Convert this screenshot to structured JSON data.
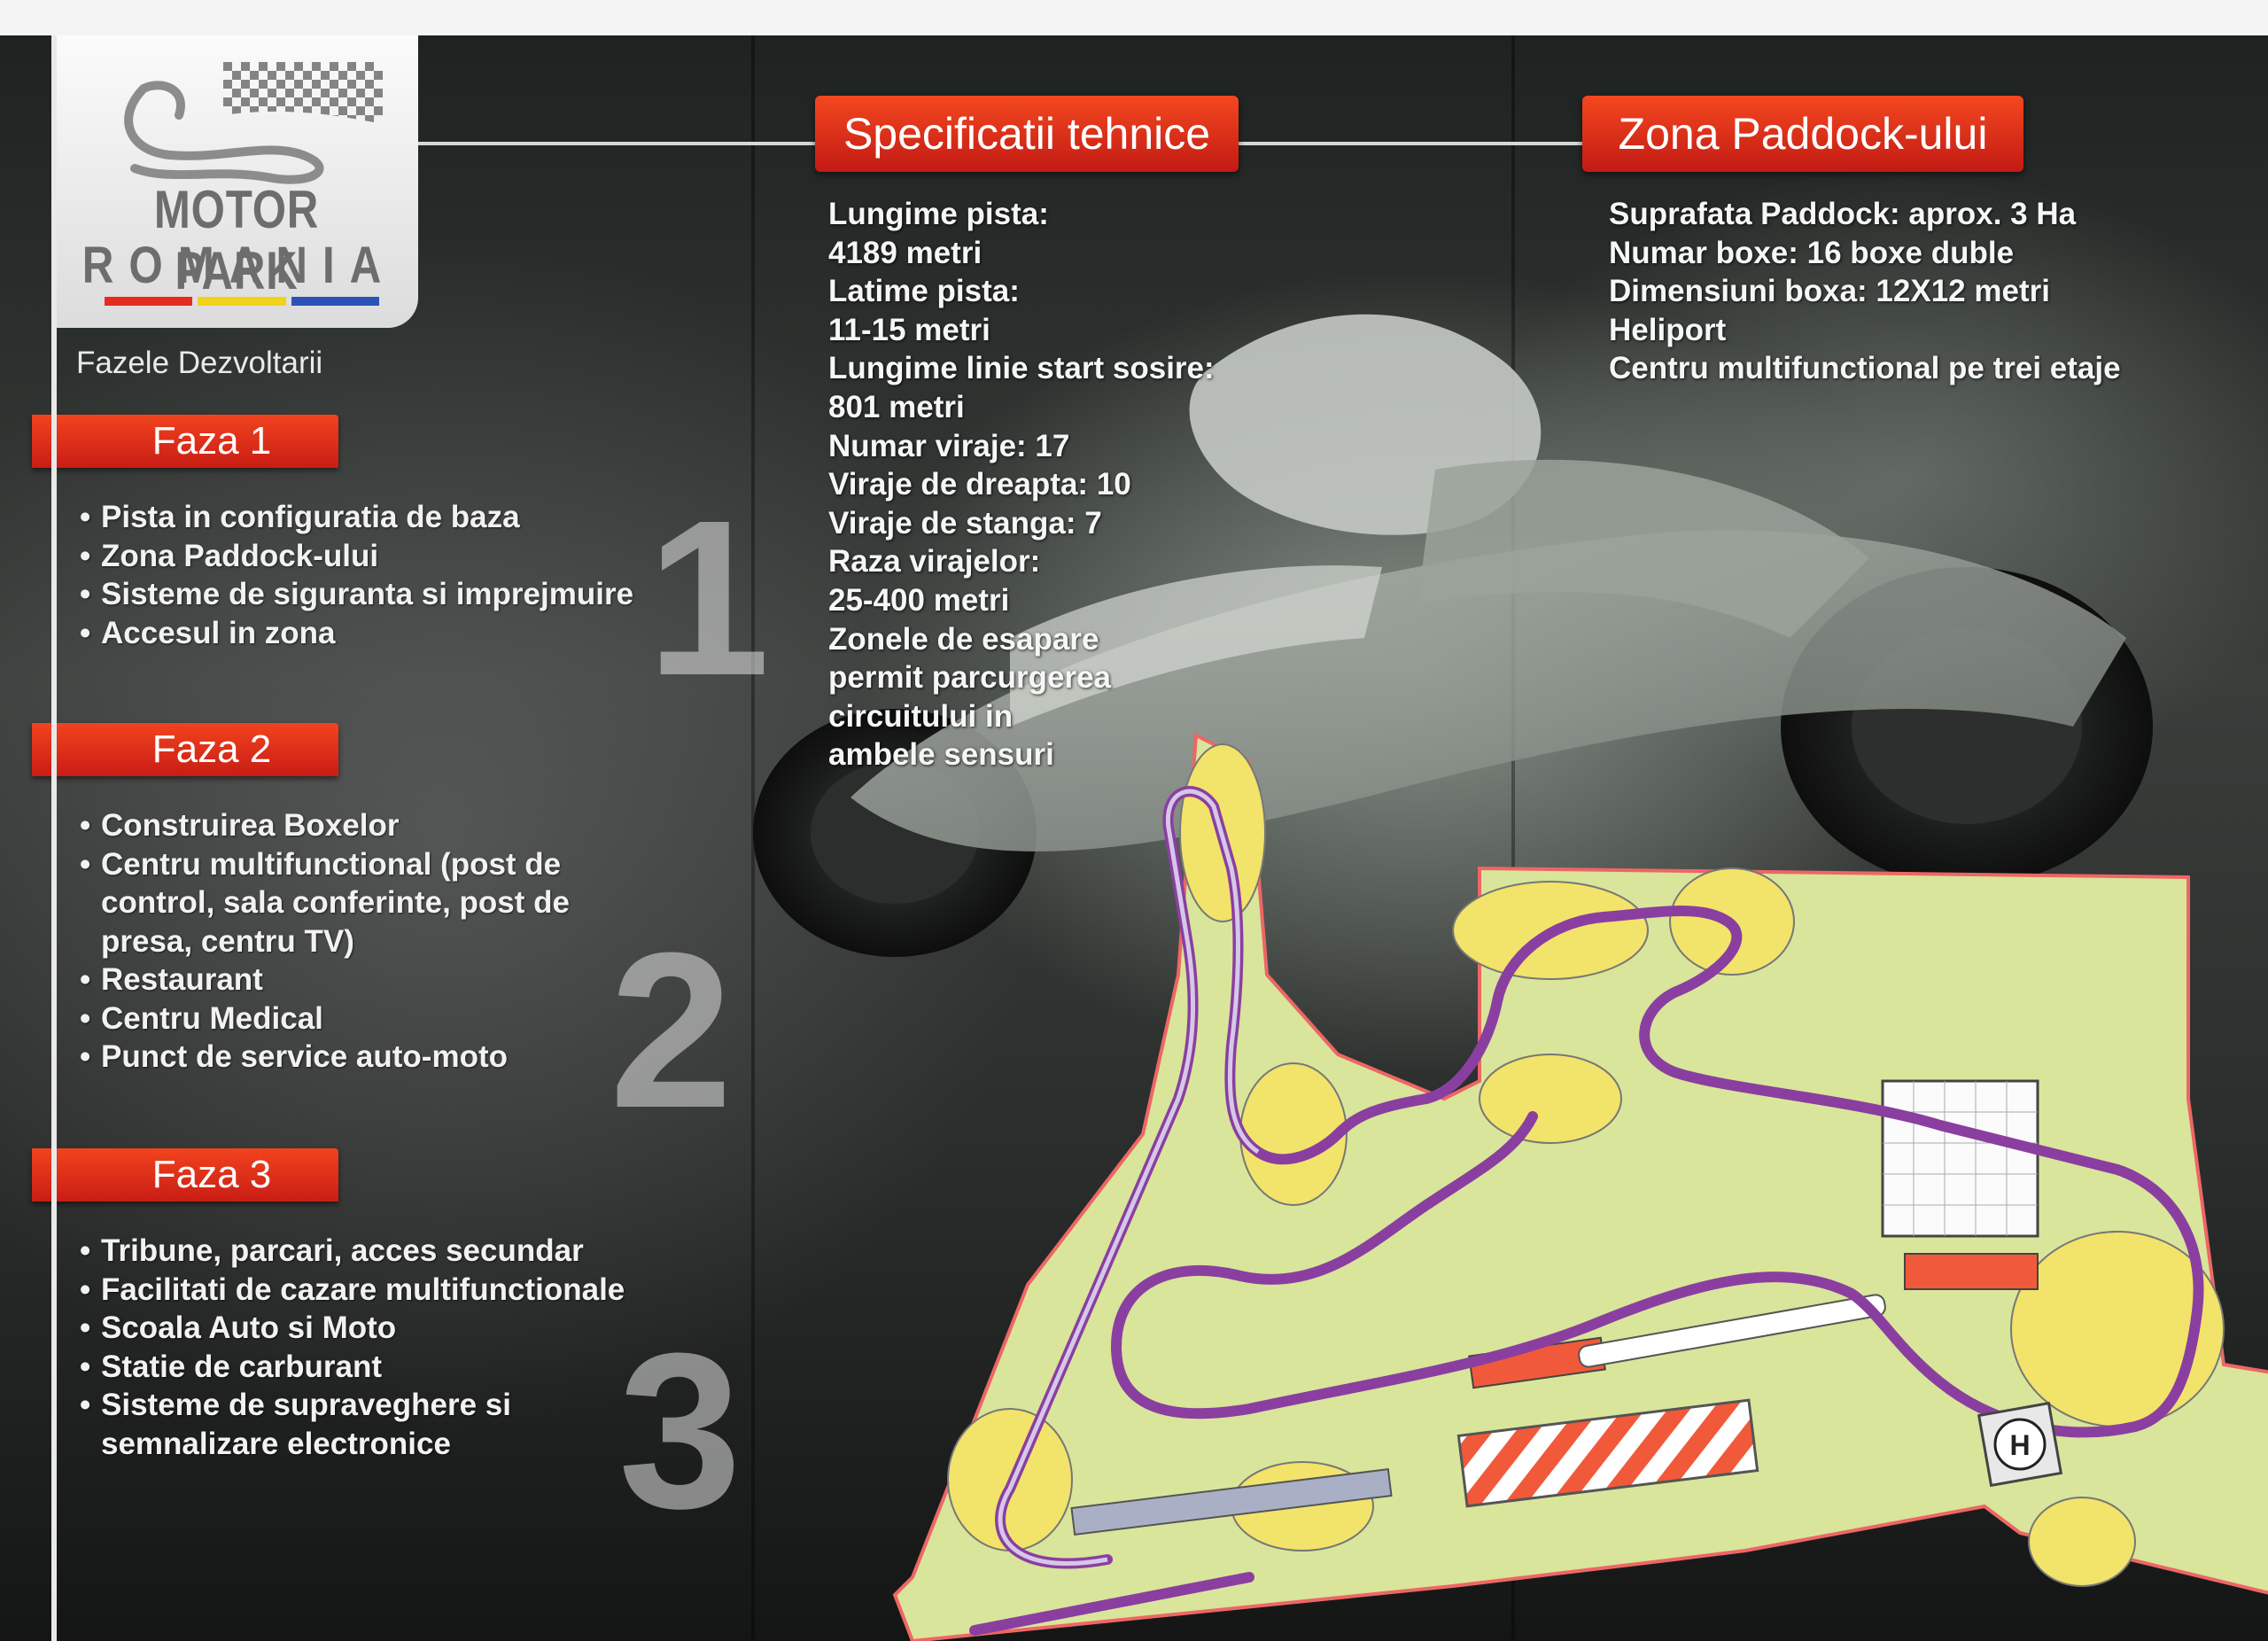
{
  "logo": {
    "line1": "MOTOR PARK",
    "line2": "ROMANIA",
    "stripe_colors": [
      "#e52a1f",
      "#f2d21a",
      "#2a52b8"
    ]
  },
  "phases": {
    "title": "Fazele Dezvoltarii",
    "items": [
      {
        "label": "Faza 1",
        "number": "1",
        "bullets": [
          "Pista in configuratia de baza",
          "Zona Paddock-ului",
          "Sisteme de siguranta si imprejmuire",
          "Accesul in zona"
        ]
      },
      {
        "label": "Faza 2",
        "number": "2",
        "bullets": [
          "Construirea Boxelor",
          "Centru multifunctional (post de control, sala conferinte, post de presa, centru TV)",
          "Restaurant",
          "Centru Medical",
          "Punct de service auto-moto"
        ]
      },
      {
        "label": "Faza 3",
        "number": "3",
        "bullets": [
          "Tribune, parcari, acces secundar",
          "Facilitati de cazare multifunctionale",
          "Scoala Auto si Moto",
          "Statie de carburant",
          "Sisteme de supraveghere si semnalizare electronice"
        ]
      }
    ]
  },
  "specs": {
    "title": "Specificatii tehnice",
    "lines": [
      "Lungime pista:",
      "4189 metri",
      "Latime pista:",
      "11-15 metri",
      "Lungime linie start sosire:",
      "801 metri",
      "Numar viraje: 17",
      "Viraje de dreapta: 10",
      "Viraje de stanga: 7",
      "Raza virajelor:",
      "25-400 metri",
      "Zonele de esapare",
      "permit parcurgerea",
      "circuitului in",
      "ambele sensuri"
    ]
  },
  "paddock": {
    "title": "Zona Paddock-ului",
    "lines": [
      "Suprafata Paddock: aprox. 3 Ha",
      "Numar boxe: 16 boxe duble",
      "Dimensiuni boxa: 12X12 metri",
      "Heliport",
      "Centru multifunctional pe trei etaje"
    ]
  },
  "colors": {
    "header_red": "#d8281a",
    "grass": "#d9e59a",
    "runoff": "#f2e36a",
    "track": "#8a3fa0"
  },
  "map": {
    "heliport_label": "H"
  }
}
